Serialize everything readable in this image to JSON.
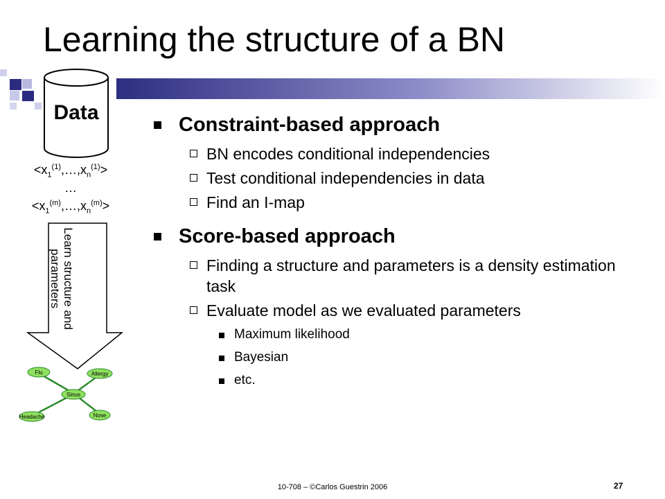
{
  "slide": {
    "title": "Learning the structure of a BN",
    "colors": {
      "accent": "#3a3a8c",
      "node_fill": "#8fe060",
      "node_stroke": "#2e8b2e"
    }
  },
  "left_panel": {
    "db_label": "Data",
    "tuple_first": {
      "open": "<x",
      "sub1": "1",
      "sup1": "(1)",
      "mid": ",…,x",
      "subn": "n",
      "supn": "(1)",
      "close": ">"
    },
    "tuple_dots": "…",
    "tuple_last": {
      "open": "<x",
      "sub1": "1",
      "sup1": "(m)",
      "mid": ",…,x",
      "subn": "n",
      "supn": "(m)",
      "close": ">"
    },
    "arrow_line1": "Learn structure and",
    "arrow_line2": "parameters",
    "bn_nodes": [
      "Flu",
      "Allergy",
      "Sinus",
      "Headache",
      "Nose"
    ]
  },
  "content": {
    "items": [
      {
        "text": "Constraint-based approach"
      },
      {
        "text": "BN encodes conditional independencies"
      },
      {
        "text": "Test conditional independencies in data"
      },
      {
        "text": "Find an I-map"
      },
      {
        "text": "Score-based approach"
      },
      {
        "text": "Finding a structure and parameters is a density estimation task"
      },
      {
        "text": "Evaluate model as we evaluated parameters"
      },
      {
        "text": "Maximum likelihood"
      },
      {
        "text": "Bayesian"
      },
      {
        "text": "etc."
      }
    ]
  },
  "footer": {
    "text": "10-708 – ©Carlos Guestrin 2006",
    "page": "27"
  }
}
